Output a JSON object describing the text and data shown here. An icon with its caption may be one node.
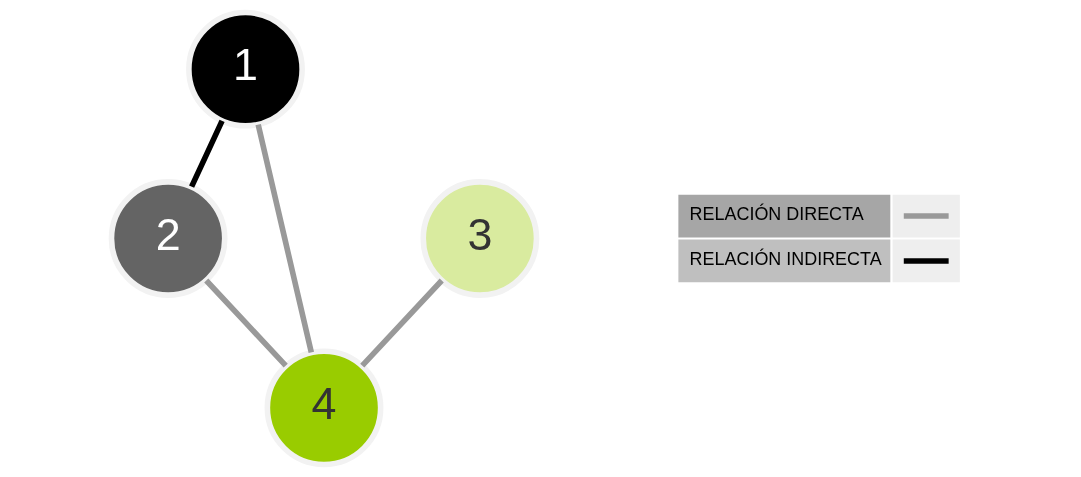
{
  "diagram": {
    "nodes": [
      {
        "text": [
          "1"
        ]
      },
      {
        "text": [
          "2"
        ]
      },
      {
        "text": [
          "3"
        ]
      },
      {
        "text": [
          "4"
        ]
      }
    ],
    "edges": [
      {
        "from": 0,
        "to": 1,
        "arrow": "none",
        "color": "#000000"
      },
      {
        "from": 1,
        "to": 3,
        "arrow": "none"
      },
      {
        "from": 0,
        "to": 3,
        "arrow": "none"
      },
      {
        "from": 2,
        "to": 3,
        "arrow": "none"
      }
    ],
    "legend": [
      {
        "text": "RELACIÓN DIRECTA"
      },
      {
        "text": "RELACIÓN INDIRECTA"
      }
    ]
  }
}
